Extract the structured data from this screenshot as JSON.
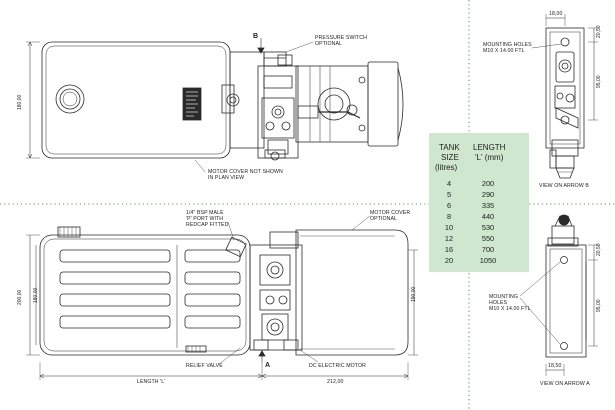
{
  "callouts": {
    "arrow_b": "B",
    "pressure_switch": [
      "PRESSURE SWITCH",
      "OPTIONAL"
    ],
    "motor_cover_plan": [
      "MOTOR COVER NOT SHOWN",
      "IN PLAN VIEW"
    ],
    "bsp_port": [
      "1/4\" BSP MALE",
      "'P' PORT WITH",
      "REDCAP FITTED"
    ],
    "motor_cover_optional": [
      "MOTOR COVER",
      "OPTIONAL"
    ],
    "relief_valve": "RELIEF VALVE",
    "arrow_a": "A",
    "dc_motor": "DC ELECTRIC MOTOR",
    "mounting_holes_top": [
      "MOUNTING HOLES",
      "M10 X 14.00 FTL"
    ],
    "mounting_holes_bottom": [
      "MOUNTING",
      "HOLES",
      "M10 X 14.00 FTL"
    ],
    "view_b": "VIEW ON ARROW B",
    "view_a": "VIEW ON ARROW A"
  },
  "dimensions": {
    "plan_height": "180,00",
    "side_height_a": "200,00",
    "side_height_b": "180,00",
    "side_height_c": "190,00",
    "length": "LENGTH 'L'",
    "width_212": "212,00",
    "b_width": "18,00",
    "b_right_top": "20,50",
    "b_right_mid": "95,00",
    "a_right_top": "20,50",
    "a_right_mid": "95,00",
    "a_width": "18,50"
  },
  "table": {
    "headers": {
      "col1": [
        "TANK",
        "SIZE",
        "(litres)"
      ],
      "col2": [
        "LENGTH",
        "'L' (mm)"
      ]
    },
    "rows": [
      {
        "size": "4",
        "length": "200"
      },
      {
        "size": "5",
        "length": "290"
      },
      {
        "size": "6",
        "length": "335"
      },
      {
        "size": "8",
        "length": "440"
      },
      {
        "size": "10",
        "length": "530"
      },
      {
        "size": "12",
        "length": "550"
      },
      {
        "size": "16",
        "length": "700"
      },
      {
        "size": "20",
        "length": "1050"
      }
    ],
    "background": "#cfe6cf"
  },
  "colors": {
    "divider": "#3fae4f",
    "line": "#2a2a2a"
  }
}
